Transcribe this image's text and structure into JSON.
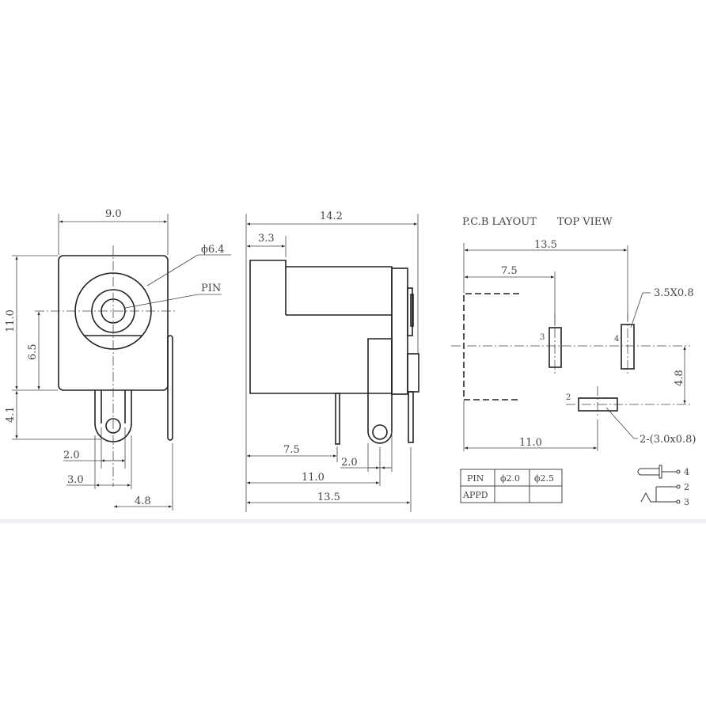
{
  "front_view": {
    "width_dim": "9.0",
    "height_dim": "11.0",
    "center_height_dim": "6.5",
    "pin_length_dim": "4.1",
    "barrel_diameter_label": "ϕ6.4",
    "pin_label": "PIN",
    "lug_hole_dim": "2.0",
    "lug_width_dim": "3.0",
    "side_pin_offset_dim": "4.8"
  },
  "side_view": {
    "total_length_dim": "14.2",
    "front_step_dim": "3.3",
    "pin3_dim": "7.5",
    "lug_width_dim": "2.0",
    "pin2_dim": "11.0",
    "pin4_dim": "13.5"
  },
  "pcb_layout": {
    "title": "P.C.B LAYOUT",
    "subtitle": "TOP VIEW",
    "pin4_offset_dim": "13.5",
    "pin3_offset_dim": "7.5",
    "pin2_offset_dim": "11.0",
    "vertical_offset_dim": "4.8",
    "pin4_slot_label": "3.5X0.8",
    "pin23_slot_label": "2-(3.0x0.8)",
    "pin_labels": {
      "p2": "2",
      "p3": "3",
      "p4": "4"
    }
  },
  "pin_table": {
    "headers": [
      "PIN",
      "ϕ2.0",
      "ϕ2.5"
    ],
    "rows": [
      [
        "APPD",
        "",
        ""
      ]
    ]
  },
  "schematic": {
    "pins": [
      "4",
      "2",
      "3"
    ]
  }
}
